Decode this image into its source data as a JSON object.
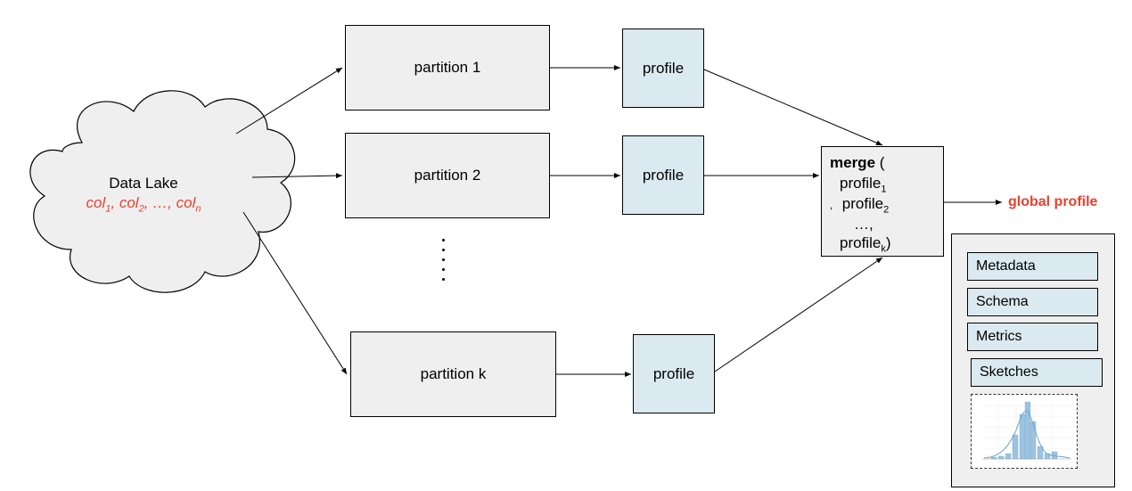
{
  "cloud": {
    "title": "Data Lake",
    "col_prefix": "col",
    "subscripts": [
      "1",
      "2",
      "n"
    ],
    "ellipsis": "…,"
  },
  "partitions": [
    "partition 1",
    "partition 2",
    "partition k"
  ],
  "profile_label": "profile",
  "merge": {
    "keyword": "merge",
    "open_paren": " (",
    "arg_base": "profile",
    "arg_subscripts": [
      "1",
      "2",
      "k"
    ],
    "comma": ",",
    "ellipsis": "…,",
    "close_paren": ")"
  },
  "output_label": "global profile",
  "components": [
    "Metadata",
    "Schema",
    "Metrics",
    "Sketches"
  ],
  "colors": {
    "accent_red": "#e8412f",
    "box_gray": "#efefef",
    "profile_blue": "#dbeaf0",
    "hist_blue": "#9cc3df"
  }
}
